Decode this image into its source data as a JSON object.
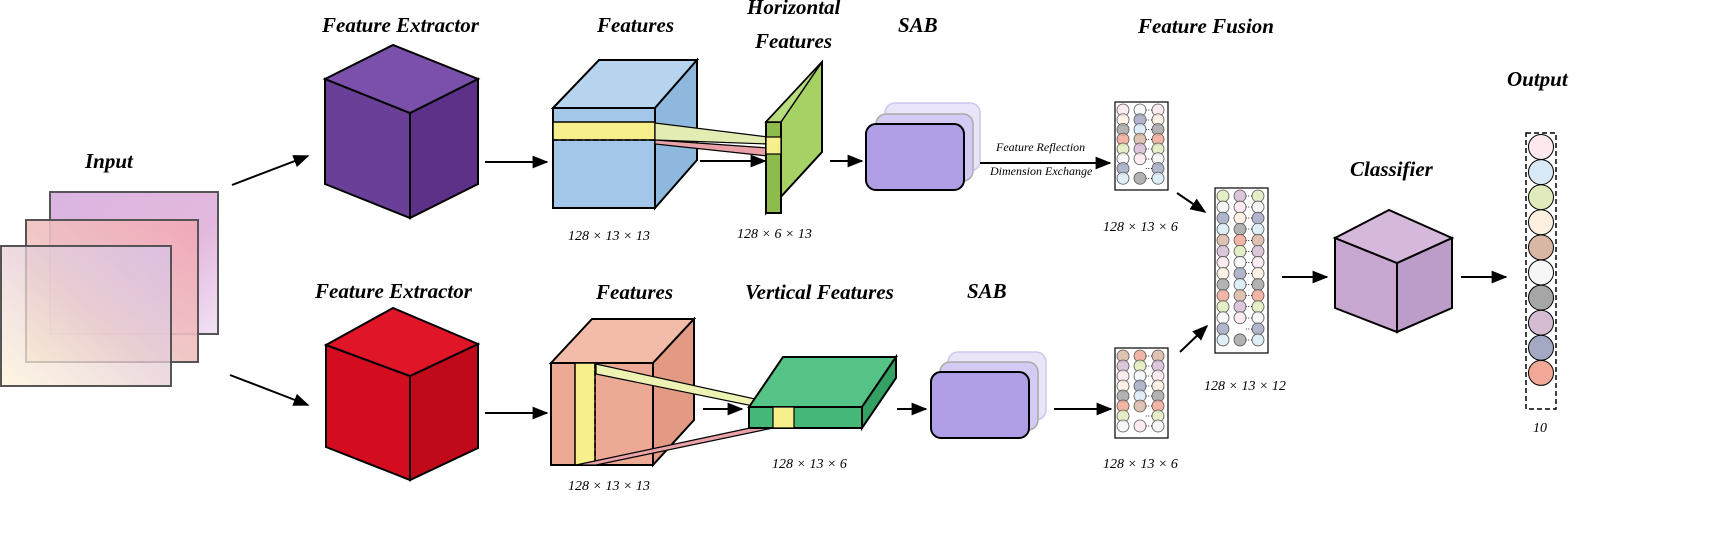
{
  "titles": {
    "input": "Input",
    "feature_extractor_top": "Feature Extractor",
    "feature_extractor_bottom": "Feature Extractor",
    "features_top": "Features",
    "features_bottom": "Features",
    "horizontal_line1": "Horizontal",
    "horizontal_line2": "Features",
    "vertical_features": "Vertical Features",
    "sab_top": "SAB",
    "sab_bottom": "SAB",
    "feature_fusion": "Feature Fusion",
    "classifier": "Classifier",
    "output": "Output"
  },
  "arrow_labels": {
    "feature_reflection": "Feature Reflection",
    "dimension_exchange": "Dimension Exchange"
  },
  "dimensions": {
    "features_top": "128 × 13 × 13",
    "horizontal": "128 × 6 × 13",
    "fusion_top": "128 × 13 × 6",
    "features_bottom": "128 × 13 × 13",
    "vertical": "128 × 13 × 6",
    "fusion_bottom": "128 × 13 × 6",
    "fused": "128 × 13 × 12",
    "output": "10"
  },
  "colors": {
    "extractor_top": "#6a3f98",
    "extractor_bottom": "#d30d1f",
    "features_top": "#a4c6e8",
    "features_bottom": "#eca993",
    "horizontal": "#a6d165",
    "vertical": "#45b878",
    "sab": "#b09ee6",
    "classifier": "#c7a6cf",
    "highlight": "#f7ee8c"
  },
  "output_circle_colors": [
    "#fbe9ee",
    "#d9eaf6",
    "#dfebbd",
    "#fdf0e1",
    "#d9b7a5",
    "#f6f6f6",
    "#a6a6a6",
    "#d5bcd3",
    "#a3a9c3",
    "#f1a896"
  ]
}
